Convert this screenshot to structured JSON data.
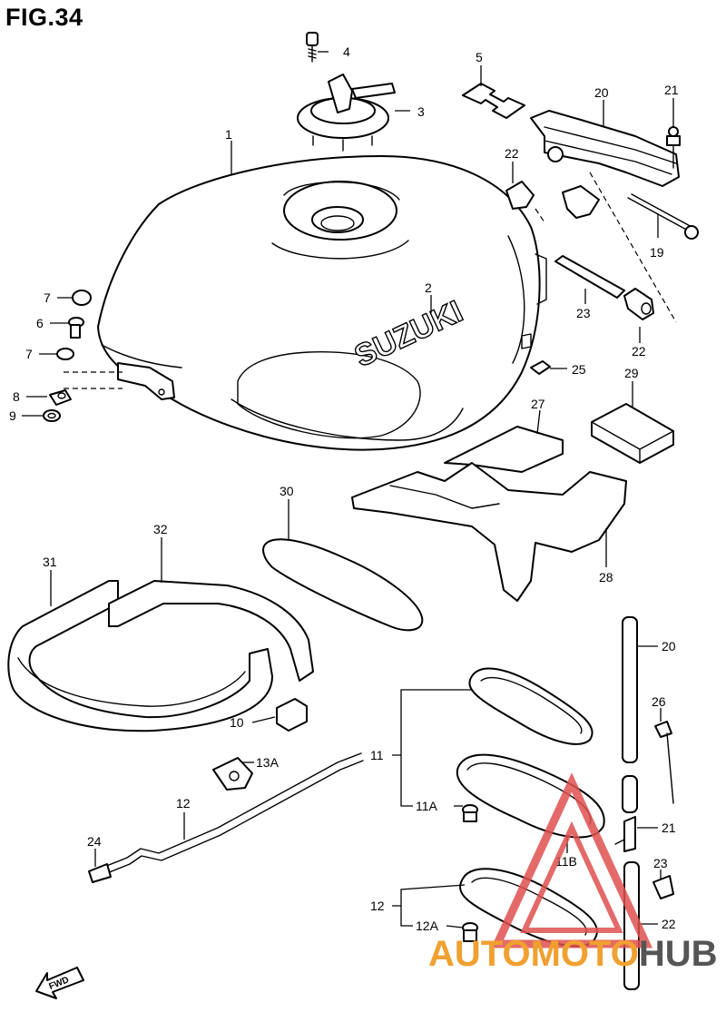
{
  "figure_title": "FIG.34",
  "tank_logo": "SUZUKI",
  "fwd_label": "FWD",
  "callouts": [
    "1",
    "2",
    "3",
    "4",
    "5",
    "6",
    "7",
    "7",
    "8",
    "9",
    "10",
    "11",
    "11A",
    "11B",
    "12",
    "12",
    "12A",
    "13A",
    "19",
    "20",
    "20",
    "21",
    "21",
    "22",
    "22",
    "22",
    "23",
    "23",
    "24",
    "25",
    "26",
    "27",
    "28",
    "29",
    "30",
    "31",
    "32"
  ],
  "watermark": {
    "part1": "AUTO",
    "part2": "MOTO",
    "part3": "HUB",
    "color_primary": "#f0a030",
    "color_secondary": "#e05050",
    "color_dark": "#555555"
  }
}
